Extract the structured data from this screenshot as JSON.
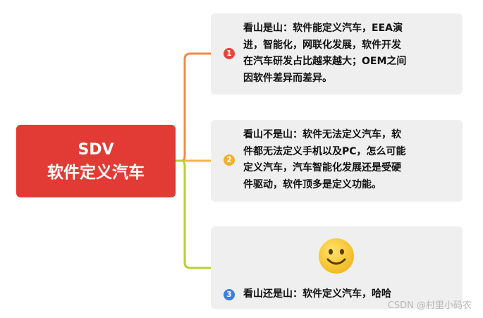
{
  "root": {
    "line1": "SDV",
    "line2": "软件定义汽车",
    "color": "#e23b35"
  },
  "branches": [
    {
      "marker": "1",
      "marker_color": "#e8453c",
      "connector_color": "#f08a4b",
      "text": "看山是山：软件能定义汽车，EEA演\n进，智能化，网联化发展，软件开发\n在汽车研发占比越来越大；OEM之间\n因软件差异而差异。"
    },
    {
      "marker": "2",
      "marker_color": "#f2b02a",
      "connector_color": "#f5b547",
      "text": "看山不是山：软件无法定义汽车，软\n件都无法定义手机以及PC，怎么可能\n定义汽车，汽车智能化发展还是受硬\n件驱动，软件顶多是定义功能。"
    },
    {
      "marker": "3",
      "marker_color": "#3c7fe0",
      "connector_color": "#b5d232",
      "icon": "smiley-face-icon",
      "text": "看山还是山：软件定义汽车，哈哈"
    }
  ],
  "watermark": "CSDN @村里小码农"
}
